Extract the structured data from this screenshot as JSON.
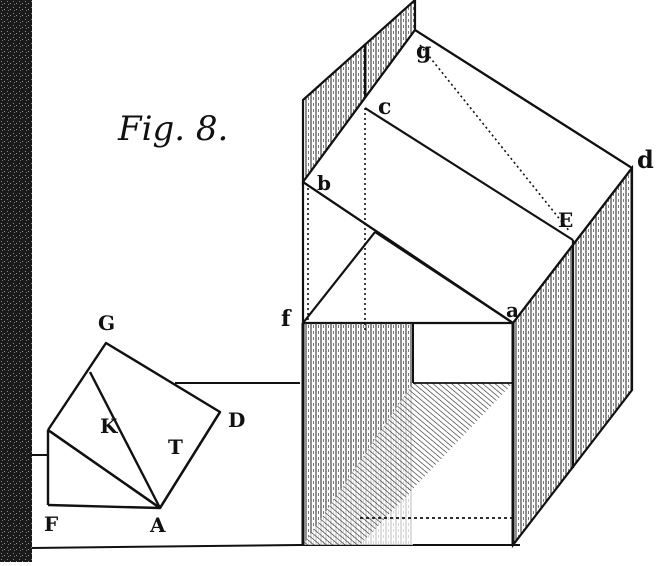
{
  "figure": {
    "caption": "Fig. 8.",
    "labels": {
      "G": "G",
      "K": "K",
      "T": "T",
      "D": "D",
      "F": "F",
      "A": "A",
      "f": "f",
      "a": "a",
      "b": "b",
      "c": "c",
      "g": "g",
      "d": "d",
      "E": "E"
    }
  },
  "colors": {
    "ink": "#111111",
    "paper": "#ffffff",
    "hatch": "#333333"
  }
}
